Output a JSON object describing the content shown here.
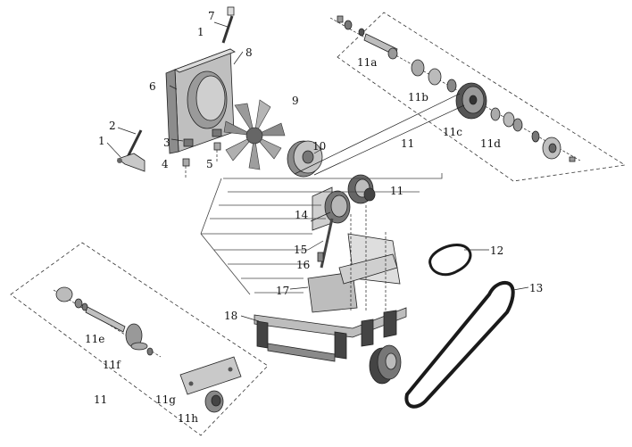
{
  "callouts": [
    "1",
    "2",
    "3",
    "4",
    "5",
    "6",
    "7",
    "8",
    "9",
    "10",
    "11",
    "11a",
    "11b",
    "11c",
    "11d",
    "11e",
    "11f",
    "11g",
    "11h",
    "12",
    "13",
    "14",
    "15",
    "16",
    "17",
    "18"
  ],
  "colors": {
    "line": "#222222",
    "part_light": "#d9d9d9",
    "part_mid": "#a6a6a6",
    "part_dark": "#555555",
    "belt": "#1a1a1a"
  }
}
